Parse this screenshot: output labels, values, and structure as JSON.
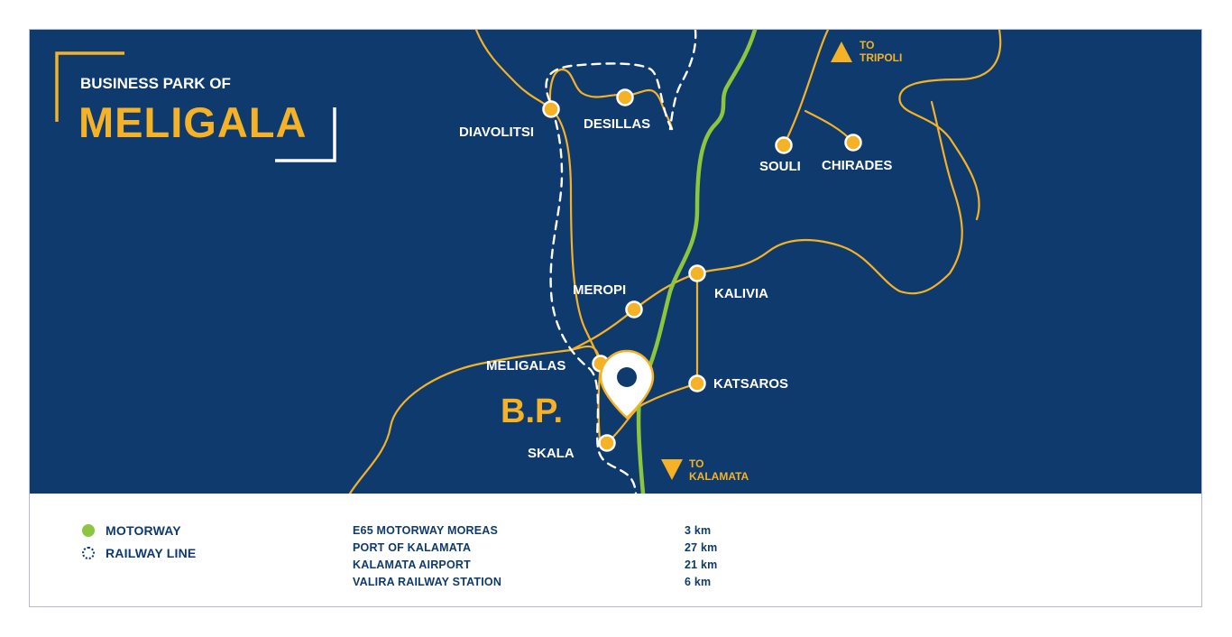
{
  "map": {
    "title_small": "BUSINESS PARK OF",
    "title_big": "MELIGALA",
    "bp_label": "B.P.",
    "places": [
      {
        "name": "DIAVOLITSI"
      },
      {
        "name": "DESILLAS"
      },
      {
        "name": "SOULI"
      },
      {
        "name": "CHIRADES"
      },
      {
        "name": "MEROPI"
      },
      {
        "name": "KALIVIA"
      },
      {
        "name": "MELIGALAS"
      },
      {
        "name": "KATSAROS"
      },
      {
        "name": "SKALA"
      }
    ],
    "directions": [
      {
        "line1": "TO",
        "line2": "TRIPOLI"
      },
      {
        "line1": "TO",
        "line2": "KALAMATA"
      }
    ],
    "colors": {
      "background": "#0f3a6d",
      "road": "#f5b227",
      "motorway": "#8cc63f",
      "railway": "#ffffff",
      "label": "#ffffff",
      "accent": "#f5b227"
    }
  },
  "legend": {
    "motorway_label": "MOTORWAY",
    "railway_label": "RAILWAY LINE"
  },
  "distances": [
    {
      "name": "E65 MOTORWAY MOREAS",
      "value": "3 km"
    },
    {
      "name": "PORT OF KALAMATA",
      "value": "27 km"
    },
    {
      "name": "KALAMATA AIRPORT",
      "value": "21 km"
    },
    {
      "name": "VALIRA RAILWAY STATION",
      "value": "6 km"
    }
  ]
}
